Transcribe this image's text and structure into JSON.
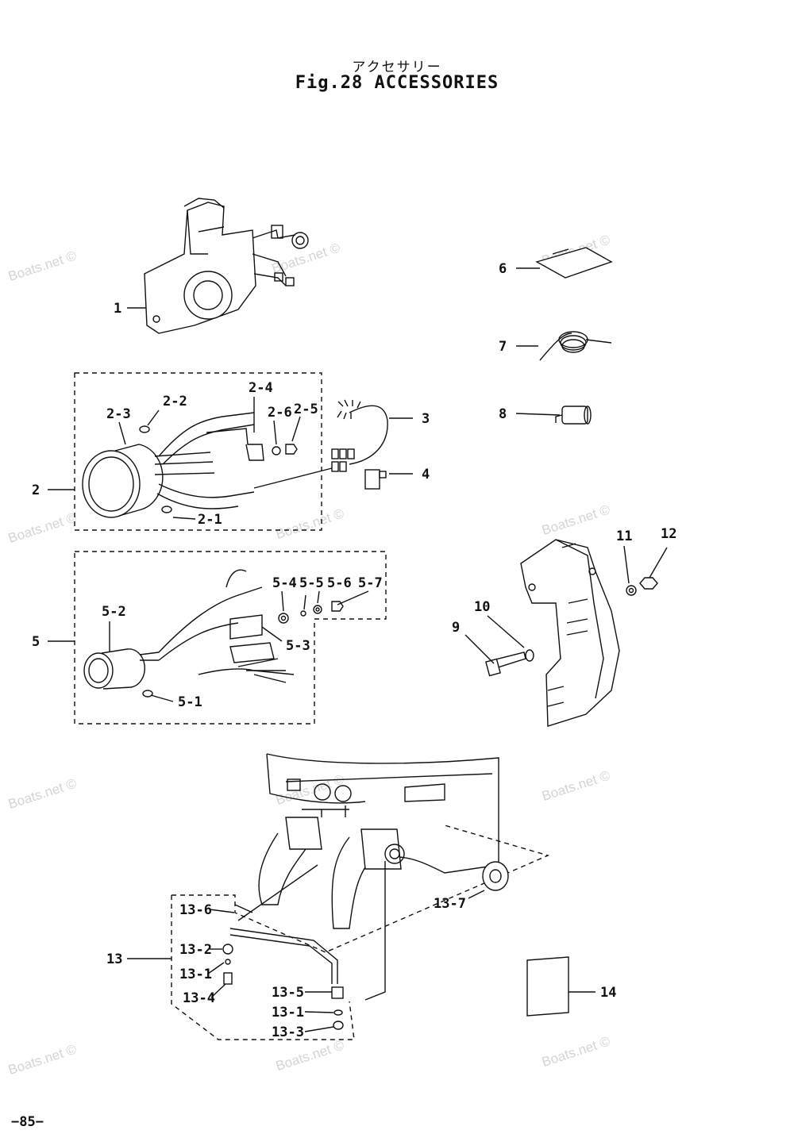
{
  "header": {
    "title_jp": "アクセサリー",
    "title_en": "Fig.28  ACCESSORIES"
  },
  "watermark": "Boats.net ©",
  "page_number": "−85−",
  "callouts": [
    "1",
    "2",
    "2-1",
    "2-2",
    "2-3",
    "2-4",
    "2-5",
    "2-6",
    "3",
    "4",
    "5",
    "5-1",
    "5-2",
    "5-3",
    "5-4",
    "5-5",
    "5-6",
    "5-7",
    "6",
    "7",
    "8",
    "9",
    "10",
    "11",
    "12",
    "13",
    "13-1",
    "13-1",
    "13-2",
    "13-3",
    "13-4",
    "13-5",
    "13-6",
    "13-7",
    "14"
  ]
}
